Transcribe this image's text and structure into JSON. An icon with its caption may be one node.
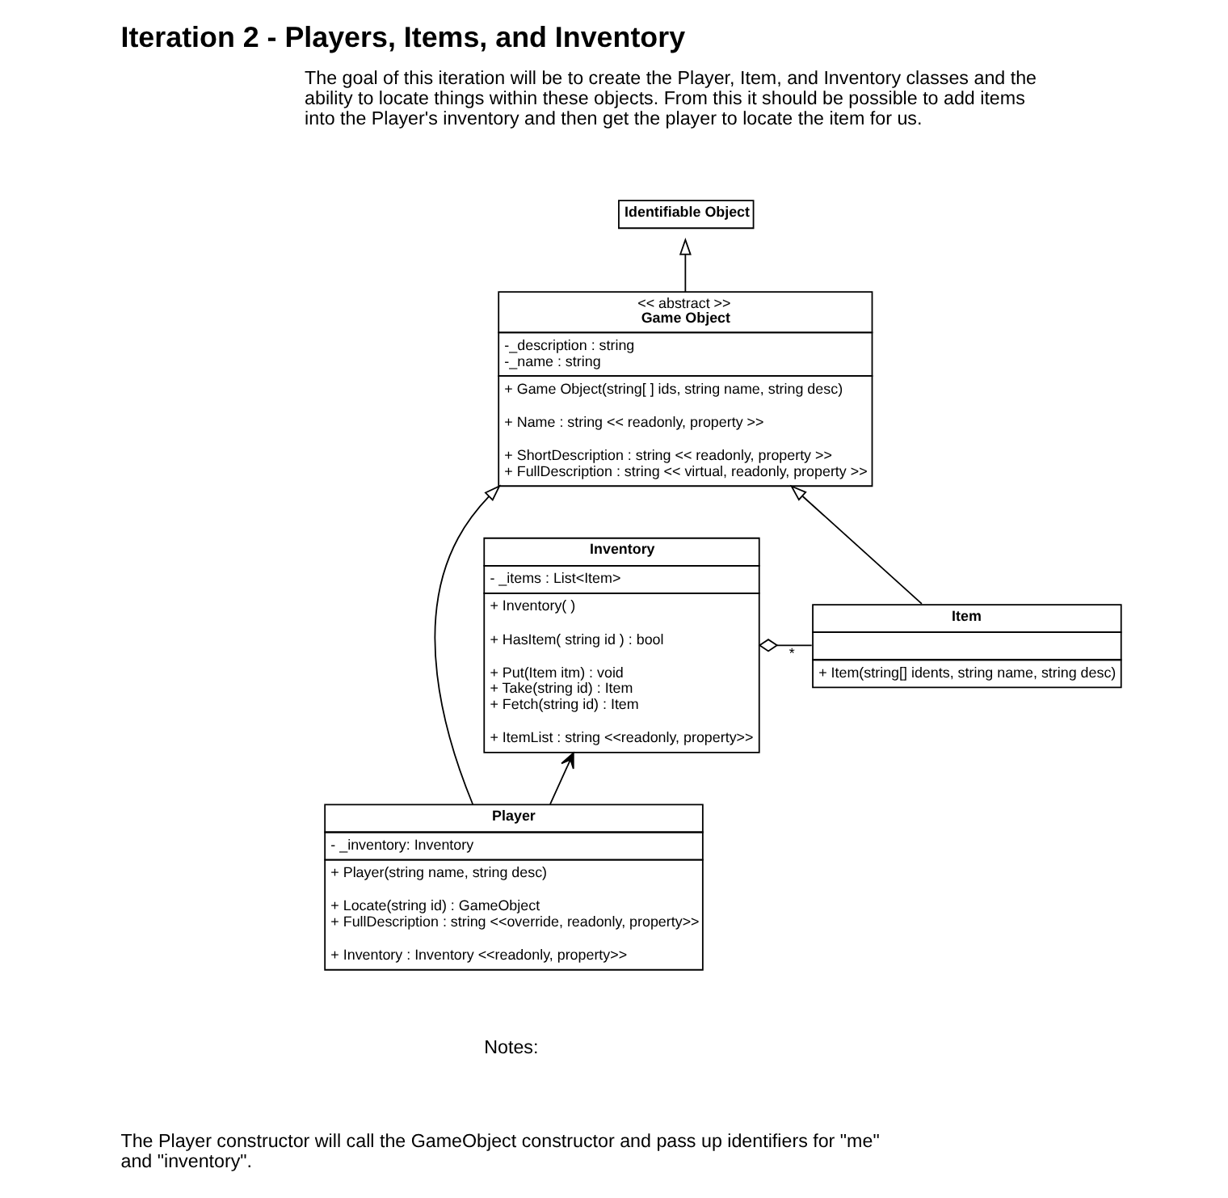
{
  "diagram": {
    "title": "Iteration 2 - Players, Items, and Inventory",
    "nodes": [
      {
        "text": [
          "Identifiable Object"
        ]
      },
      {
        "text": [
          "<< abstract >>",
          "Game Object",
          "-_description : string",
          "-_name : string",
          "+ Game Object(string[ ] ids, string name, string desc)",
          "+ Name : string << readonly, property >>",
          "+ ShortDescription : string << readonly, property >>",
          "+ FullDescription : string << virtual, readonly, property >>"
        ]
      },
      {
        "text": [
          "Inventory",
          "- _items : List<Item>",
          "+ Inventory( )",
          "+ HasItem( string id ) : bool",
          "+ Put(Item itm) : void",
          "+ Take(string id) : Item",
          "+ Fetch(string id) : Item",
          "+ ItemList : string <<readonly, property>>"
        ]
      },
      {
        "text": [
          "Item",
          "+ Item(string[] idents, string name, string desc)"
        ]
      },
      {
        "text": [
          "Player",
          "- _inventory: Inventory",
          "+ Player(string name, string desc)",
          "+ Locate(string id) : GameObject",
          "+ FullDescription : string <<override, readonly, property>>",
          "+ Inventory : Inventory <<readonly, property>>"
        ]
      }
    ],
    "edges": [
      {
        "from": 1,
        "to": 0,
        "arrow": "to"
      },
      {
        "from": 3,
        "to": 1,
        "arrow": "to"
      },
      {
        "from": 4,
        "to": 1,
        "arrow": "to"
      },
      {
        "from": 3,
        "to": 2,
        "arrow": "other",
        "label": "*"
      },
      {
        "from": 4,
        "to": 2,
        "arrow": "to"
      }
    ],
    "labels": [
      "The goal of this iteration will be to create the Player, Item, and Inventory classes and the ability to locate things within these objects. From this it should be possible to add items into the Player's inventory and then get the player to locate the item for us.",
      "Notes:",
      "The Player constructor will call the GameObject constructor and pass up identifiers for \"me\" and \"inventory\"."
    ]
  }
}
